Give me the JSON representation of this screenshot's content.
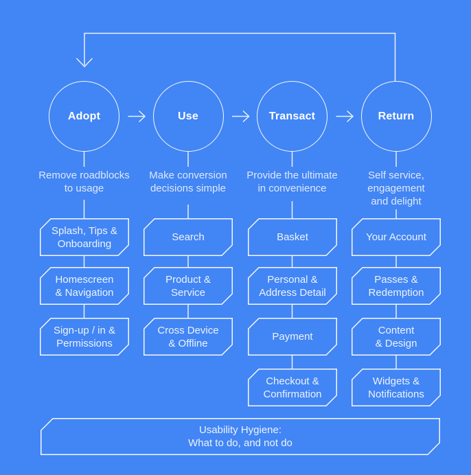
{
  "colors": {
    "background": "#4285F4",
    "stroke": "#FFFFFF"
  },
  "stages": [
    {
      "label": "Adopt",
      "description": "Remove roadblocks\nto usage",
      "items": [
        "Splash, Tips &\nOnboarding",
        "Homescreen\n& Navigation",
        "Sign-up / in &\nPermissions"
      ]
    },
    {
      "label": "Use",
      "description": "Make conversion\ndecisions simple",
      "items": [
        "Search",
        "Product &\nService",
        "Cross Device\n& Offline"
      ]
    },
    {
      "label": "Transact",
      "description": "Provide the ultimate\nin convenience",
      "items": [
        "Basket",
        "Personal &\nAddress Detail",
        "Payment",
        "Checkout &\nConfirmation"
      ]
    },
    {
      "label": "Return",
      "description": "Self service,\nengagement\nand delight",
      "items": [
        "Your Account",
        "Passes &\nRedemption",
        "Content\n& Design",
        "Widgets &\nNotifications"
      ]
    }
  ],
  "footer": {
    "text": "Usability Hygiene:\nWhat to do, and not do"
  }
}
